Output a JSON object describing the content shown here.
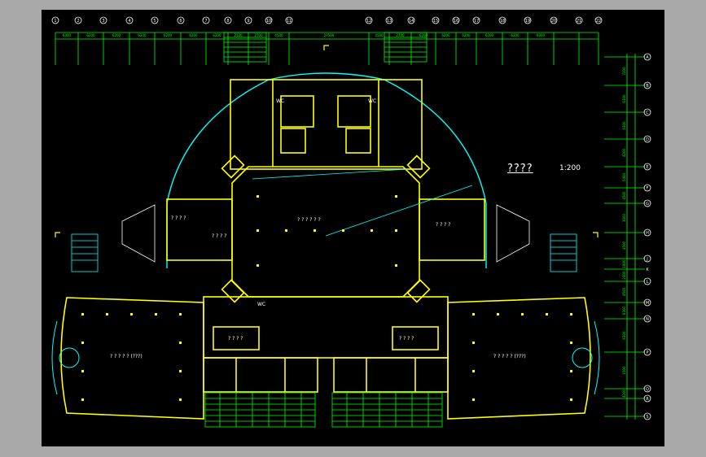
{
  "drawing": {
    "title": "????",
    "scale": "1:200",
    "room_label": "? ? ? ?",
    "hall_label": "? ? ? ? ? ?",
    "wing_label": "? ? ? ? ? (???)",
    "wc_label": "WC"
  },
  "top_axis": {
    "left_bubbles": [
      "1",
      "2",
      "3",
      "4",
      "5",
      "6",
      "7",
      "8",
      "9",
      "10"
    ],
    "right_bubbles": [
      "13",
      "14",
      "15",
      "16",
      "17",
      "18",
      "19",
      "20",
      "21",
      "22"
    ],
    "center_bubbles": [
      "11",
      "12"
    ],
    "dims_left": [
      "6000",
      "6200",
      "6200",
      "6200",
      "6200",
      "6200",
      "6200",
      "2100"
    ],
    "dims_center": [
      "2700",
      "4500",
      "27500",
      "4500",
      "2700"
    ],
    "dims_right": [
      "6200",
      "6200",
      "6200",
      "6200",
      "6200",
      "6000"
    ]
  },
  "right_axis": {
    "bubbles": [
      "A",
      "B",
      "C",
      "D",
      "E",
      "F",
      "G",
      "H",
      "J",
      "K",
      "L",
      "M",
      "N",
      "P",
      "Q",
      "R",
      "S"
    ],
    "dims": [
      "7200",
      "6300",
      "6300",
      "4200",
      "5400",
      "4500",
      "3000",
      "4500",
      "1800",
      "2400",
      "4500",
      "6300",
      "6300",
      "1500",
      "4200"
    ]
  },
  "colors": {
    "background": "#000000",
    "frame": "#a9a9a9",
    "wall": "#ffff00",
    "outline": "#00ffff",
    "hatch": "#00ff00",
    "text": "#ffffff",
    "door": "#ff00ff"
  }
}
